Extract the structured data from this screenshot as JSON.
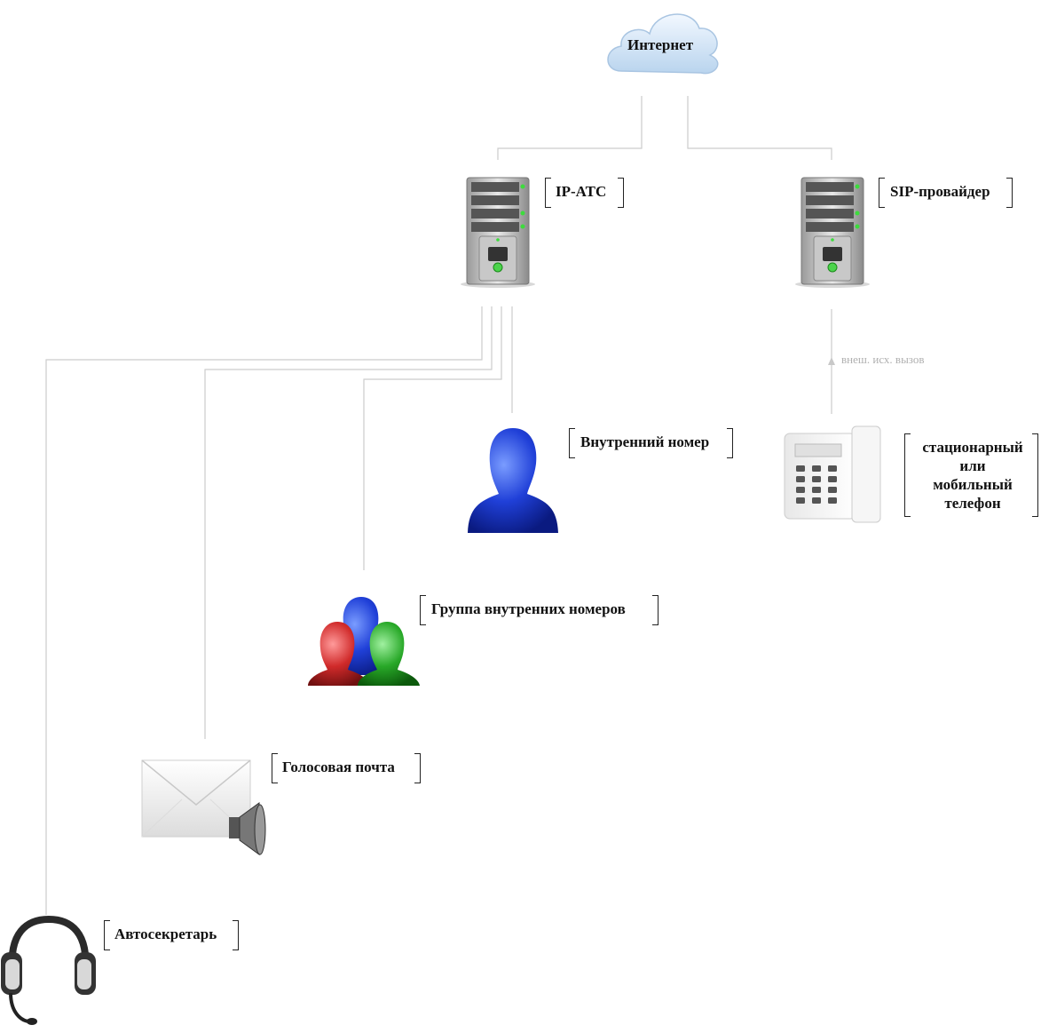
{
  "nodes": {
    "internet": {
      "label": "Интернет",
      "icon": "cloud-icon"
    },
    "ip_pbx": {
      "label": "IP-ATC",
      "icon": "server-icon"
    },
    "sip_provider": {
      "label": "SIP-провайдер",
      "icon": "server-icon"
    },
    "extension": {
      "label": "Внутренний номер",
      "icon": "user-icon"
    },
    "phone": {
      "label_lines": [
        "стационарный",
        "или",
        "мобильный",
        "телефон"
      ],
      "icon": "desk-phone-icon"
    },
    "extension_group": {
      "label": "Группа внутренних номеров",
      "icon": "user-group-icon"
    },
    "voicemail": {
      "label": "Голосовая почта",
      "icon": "envelope-speaker-icon"
    },
    "auto_attendant": {
      "label": "Автосекретарь",
      "icon": "headset-icon"
    }
  },
  "edges": {
    "outgoing_call_note": "внеш. исх. вызов"
  },
  "colors": {
    "connector": "#cccccc",
    "cloud": "#cfe3f7",
    "user_blue": "#1f3fd0",
    "user_red": "#c82020",
    "user_green": "#22a022"
  }
}
